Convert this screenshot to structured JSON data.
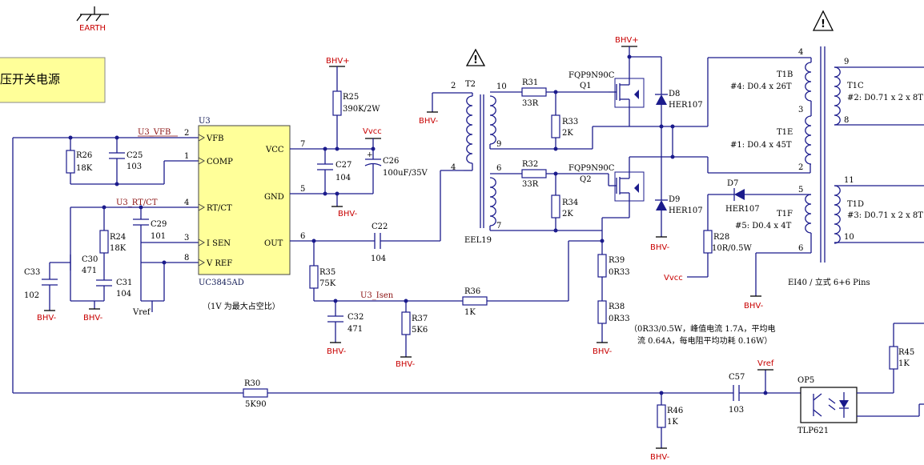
{
  "title_box": {
    "text": "压开关电源"
  },
  "earth_label": "EARTH",
  "power_labels": {
    "bhv_plus": "BHV+",
    "bhv_minus": "BHV-",
    "vcc": "Vvcc",
    "vref": "Vref"
  },
  "ic": {
    "ref": "U3",
    "part": "UC3845AD",
    "pins": [
      {
        "num": "2",
        "name": "VFB"
      },
      {
        "num": "1",
        "name": "COMP"
      },
      {
        "num": "4",
        "name": "RT/CT"
      },
      {
        "num": "3",
        "name": "I SEN"
      },
      {
        "num": "8",
        "name": "V REF"
      },
      {
        "num": "7",
        "name": "VCC"
      },
      {
        "num": "5",
        "name": "GND"
      },
      {
        "num": "6",
        "name": "OUT"
      }
    ]
  },
  "nets": {
    "vfb": "U3_VFB",
    "rtct": "U3_RT/CT",
    "isen": "U3_Isen"
  },
  "notes": {
    "duty": "（1V 为最大占空比）",
    "sense_line1": "（0R33/0.5W，峰值电流 1.7A，平均电",
    "sense_line2": "流 0.64A，每电阻平均功耗 0.16W）"
  },
  "components": {
    "R25": {
      "ref": "R25",
      "value": "390K/2W"
    },
    "C26": {
      "ref": "C26",
      "value": "100uF/35V"
    },
    "C27": {
      "ref": "C27",
      "value": "104"
    },
    "R26": {
      "ref": "R26",
      "value": "18K"
    },
    "C25": {
      "ref": "C25",
      "value": "103"
    },
    "R24": {
      "ref": "R24",
      "value": "18K"
    },
    "C29": {
      "ref": "C29",
      "value": "101"
    },
    "C30": {
      "ref": "C30",
      "value": "471"
    },
    "C31": {
      "ref": "C31",
      "value": "104"
    },
    "C33": {
      "ref": "C33",
      "value": "102"
    },
    "R35": {
      "ref": "R35",
      "value": "75K"
    },
    "C32": {
      "ref": "C32",
      "value": "471"
    },
    "R37": {
      "ref": "R37",
      "value": "5K6"
    },
    "R36": {
      "ref": "R36",
      "value": "1K"
    },
    "C22": {
      "ref": "C22",
      "value": "104"
    },
    "R31": {
      "ref": "R31",
      "value": "33R"
    },
    "R33": {
      "ref": "R33",
      "value": "2K"
    },
    "R32": {
      "ref": "R32",
      "value": "33R"
    },
    "R34": {
      "ref": "R34",
      "value": "2K"
    },
    "Q1": {
      "ref": "Q1",
      "value": "FQP9N90C"
    },
    "Q2": {
      "ref": "Q2",
      "value": "FQP9N90C"
    },
    "D8": {
      "ref": "D8",
      "value": "HER107"
    },
    "D9": {
      "ref": "D9",
      "value": "HER107"
    },
    "D7": {
      "ref": "D7",
      "value": "HER107"
    },
    "R28": {
      "ref": "R28",
      "value": "10R/0.5W"
    },
    "R39": {
      "ref": "R39",
      "value": "0R33"
    },
    "R38": {
      "ref": "R38",
      "value": "0R33"
    },
    "R30": {
      "ref": "R30",
      "value": "5K90"
    },
    "R46": {
      "ref": "R46",
      "value": "1K"
    },
    "C57": {
      "ref": "C57",
      "value": "103"
    },
    "R45": {
      "ref": "R45",
      "value": "1K"
    },
    "OP5": {
      "ref": "OP5",
      "value": "TLP621"
    }
  },
  "t2": {
    "ref": "T2",
    "core": "EEL19",
    "pins": [
      "2",
      "4",
      "10",
      "9",
      "6",
      "7"
    ]
  },
  "t1": {
    "core": "EI40 / 立式 6+6 Pins",
    "windings": [
      {
        "ref": "T1B",
        "desc": "#4: D0.4 x 26T"
      },
      {
        "ref": "T1E",
        "desc": "#1: D0.4 x 45T"
      },
      {
        "ref": "T1F",
        "desc": "#5: D0.4 x 4T"
      },
      {
        "ref": "T1C",
        "desc": "#2: D0.71 x 2 x 8T"
      },
      {
        "ref": "T1D",
        "desc": "#3: D0.71 x 2 x 8T"
      }
    ],
    "pins": [
      "4",
      "3",
      "2",
      "5",
      "6",
      "9",
      "8",
      "11",
      "10"
    ]
  }
}
